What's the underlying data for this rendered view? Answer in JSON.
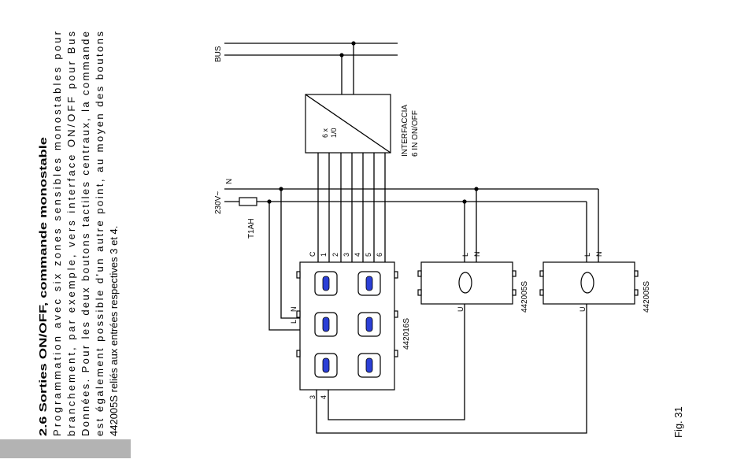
{
  "text_block": {
    "heading": "2.6 Sorties ON/OFF, commande monostable",
    "lines": [
      "Programmation avec six zones sensibles monostables pour",
      "branchement, par exemple, vers interface ON/OFF pour Bus",
      "Données. Pour les deux boutons tactiles centraux, la commande",
      "est également possible d'un autre point, au moyen des boutons",
      "442005S reliés aux entrées respectives 3 et 4."
    ]
  },
  "diagram": {
    "bus_label": "BUS",
    "interface": {
      "inner_top": "6 x",
      "inner_bottom": "1/0",
      "name": "INTERFACCIA",
      "desc": "6 IN  ON/OFF"
    },
    "supply": {
      "voltage": "230V~",
      "neutral": "N",
      "fuse": "T1AH"
    },
    "device_main": {
      "code": "442016S",
      "terminals_top": [
        "C",
        "1",
        "2",
        "3",
        "4",
        "5",
        "6"
      ],
      "terminals_side": [
        "L",
        "N"
      ],
      "terminals_bottom": [
        "3",
        "4"
      ]
    },
    "device_a": {
      "code": "442005S",
      "terminals": [
        "L",
        "N"
      ],
      "out": "U"
    },
    "device_b": {
      "code": "442005S",
      "terminals": [
        "L",
        "N"
      ],
      "out": "U"
    },
    "figure": "Fig. 31"
  },
  "colors": {
    "button_blue": "#2b3fd6",
    "tab_gray": "#b3b3b3"
  }
}
